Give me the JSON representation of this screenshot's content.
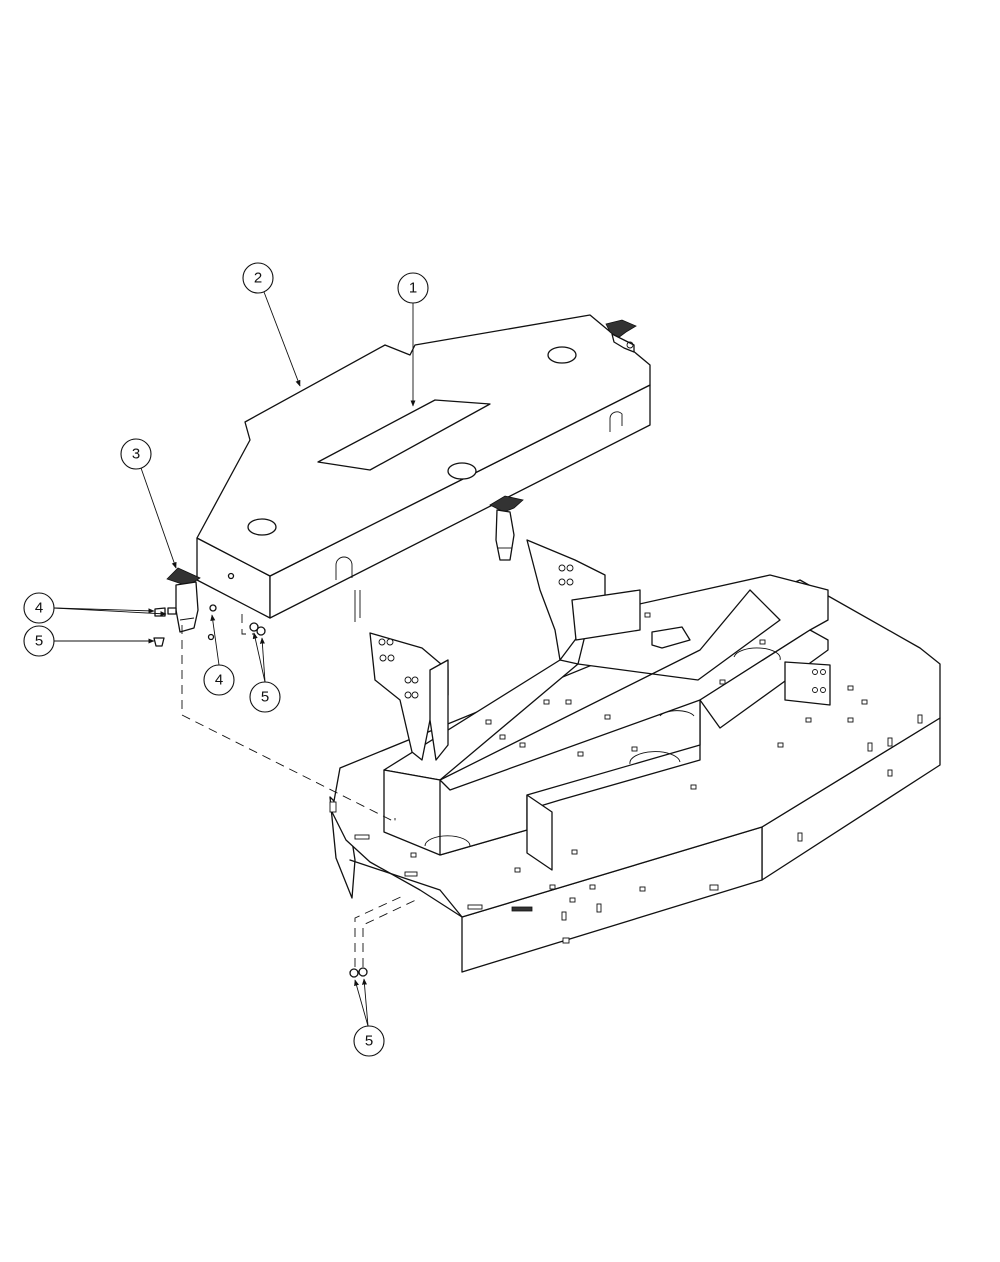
{
  "callouts": [
    {
      "label": "1"
    },
    {
      "label": "2"
    },
    {
      "label": "3"
    },
    {
      "label": "4"
    },
    {
      "label": "5"
    },
    {
      "label": "4"
    },
    {
      "label": "5"
    },
    {
      "label": "5"
    }
  ]
}
